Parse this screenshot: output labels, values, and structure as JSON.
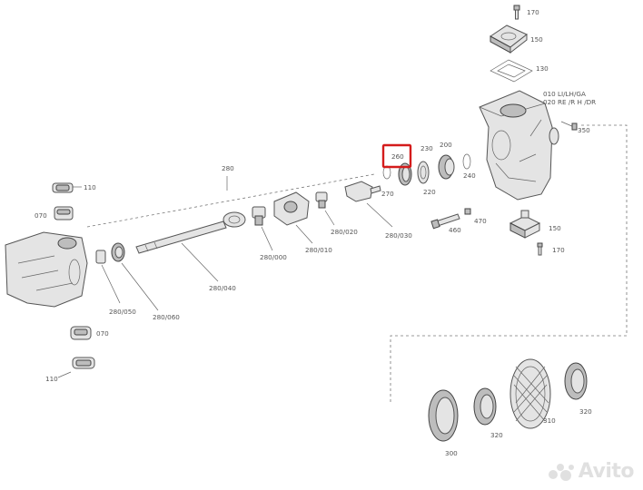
{
  "labels": {
    "l170_top": "170",
    "l150_top": "150",
    "l130": "130",
    "l010_line1": "010 LI/LH/GA",
    "l010_line2": "020 RE /R H /DR",
    "l350": "350",
    "l260": "260",
    "l200": "200",
    "l230": "230",
    "l270": "270",
    "l220": "220",
    "l240": "240",
    "l280": "280",
    "l110_top": "110",
    "l070_top": "070",
    "l470": "470",
    "l460": "460",
    "l150_right": "150",
    "l170_right": "170",
    "l280_020": "280/020",
    "l280_010": "280/010",
    "l280_030": "280/030",
    "l280_000": "280/000",
    "l280_040": "280/040",
    "l280_050": "280/050",
    "l280_060": "280/060",
    "l070_bottom": "070",
    "l110_bottom": "110",
    "l300": "300",
    "l320_a": "320",
    "l310": "310",
    "l320_b": "320"
  },
  "highlight": {
    "label": "260",
    "color": "#d41b1b"
  },
  "watermark": {
    "text": "Avito",
    "icon": "avito-logo-icon"
  }
}
